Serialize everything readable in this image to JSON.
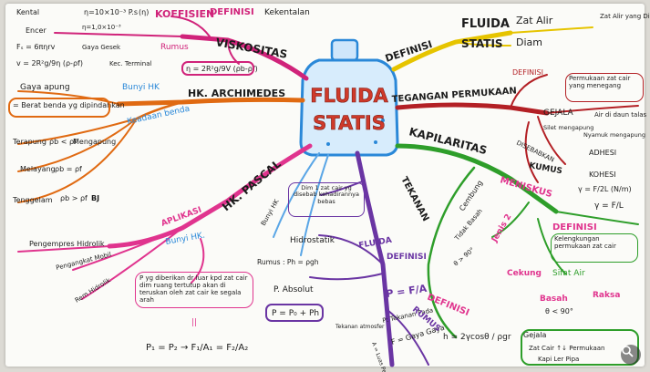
{
  "colors": {
    "center": "#2a88d8",
    "viskositas": "#d0237a",
    "archimedes": "#e06a12",
    "pascal": "#e0348e",
    "tekanan": "#6a35a3",
    "kapilaritas": "#2e9e2a",
    "tegangan": "#b32025",
    "definisi": "#e6c400",
    "ink": "#1c1c1c"
  },
  "center": {
    "line1": "FLUIDA",
    "line2": "STATIS"
  },
  "top_left": {
    "kental": "Kental",
    "eta_formula": "η=10×10⁻³ P.s",
    "eta_sym": "(η)",
    "koefisien": "KOEFISIEN",
    "encer": "Encer",
    "encer_val": "η=1,0×10⁻³",
    "fs_formula": "Fₛ = 6πηrv",
    "gaya_gesek": "Gaya Gesek",
    "vt_formula": "v = 2R²g/9η (ρ-ρf)",
    "kec_terminal": "Kec. Terminal",
    "rumus": "Rumus",
    "definisi_kekentalan": "DEFINISI",
    "kekentalan": "Kekentalan",
    "viskositas": "VISKOSITAS",
    "eta_small": "η = 2R²g/9V (ρb-ρf)"
  },
  "archimedes": {
    "gaya_apung": "Gaya apung",
    "berat_benda": "= Berat benda yg dipindahkan",
    "bunyi_hk": "Bunyi HK",
    "branch": "HK. ARCHIMEDES",
    "keadaan_benda": "Keadaan benda",
    "terapung": "Terapung",
    "terapung_f": "ρb < ρf",
    "terapung_m": "Mengapung",
    "melayang": "Melayang",
    "melayang_f": "ρb = ρf",
    "tenggelam": "Tenggelam",
    "tenggelam_f": "ρb > ρf",
    "tenggelam_u": "BJ"
  },
  "pascal": {
    "branch": "HK. PASCAL",
    "aplikasi": "APLIKASI",
    "bunyi_hk": "Bunyi HK.",
    "pengempres": "Pengempres Hidrolik",
    "pengangkat": "Pengangkat Mobil",
    "rem": "Rem Hidrolik",
    "bunyi_text": "P yg diberikan dr luar kpd zat cair dim ruang tertutup akan di teruskan oleh zat cair ke segala arah",
    "equal": "||",
    "formula": "P₁ = P₂ → F₁/A₁ = F₂/A₂"
  },
  "tekanan": {
    "branch": "TEKANAN",
    "def_dim": "Dim 1 zat cair yg disebab kehadirannya bebas",
    "bunyi_hk": "Bunyi HK",
    "hidrostatik": "Hidrostatik",
    "fluida": "FLUIDA",
    "definisi": "DEFINISI",
    "rumus_ph": "Rumus : Ph = ρgh",
    "p_absolut": "P. Absolut",
    "p_abs_formula": "P = P₀ + Ph",
    "tekanan_atmosfer": "Tekanan atmosfer",
    "pf": "P = F/A",
    "p_tekanan": "P: Tekanan Pada",
    "f_gaya": "F = Gaya Gaya",
    "a_luas": "A = Luas Penam"
  },
  "tegangan": {
    "definisi": "DEFINISI",
    "branch": "TEGANGAN PERMUKAAN",
    "def_text": "Permukaan zat cair yang menegang",
    "gejala": "GEJALA",
    "air_di_daun": "Air di daun talas",
    "silet": "Silet mengapung",
    "nyamuk": "Nyamuk mengapung",
    "disebabkan": "DISEBABKAN",
    "adhesi": "ADHESI",
    "kohesi": "KOHESI",
    "kumus": "KUMUS",
    "gamma_f": "γ = F/2L (N/m)",
    "gamma_s": "γ = F/L"
  },
  "kapilaritas": {
    "branch": "KAPILARITAS",
    "meniskus": "MENISKUS",
    "cembung": "Cembung",
    "jenis": "Jenis 2",
    "tidak_basah": "Tidak Basah",
    "theta_gt": "θ > 90°",
    "definisi": "DEFINISI",
    "kelengkungan": "Kelengkungan permukaan zat cair",
    "cekung": "Cekung",
    "sifat_air": "Sifat Air",
    "basah": "Basah",
    "theta_lt": "θ < 90°",
    "raksa": "Raksa",
    "def2": "DEFINISI",
    "rumus": "RUMUS",
    "h_formula": "h = 2γcosθ / ρgr",
    "gejala": "Gejala",
    "naik_turun": "Zat Cair ↑↓ Permukaan",
    "kapiler": "Kapi Ler Pipa"
  },
  "definisi_top": {
    "branch": "DEFINISI",
    "fluida": "FLUIDA",
    "zat_alir": "Zat Alir",
    "statis": "STATIS",
    "diam": "Diam",
    "zat_alir_small": "Zat Alir yang Diam"
  },
  "zoom_icon": "magnifier-icon"
}
